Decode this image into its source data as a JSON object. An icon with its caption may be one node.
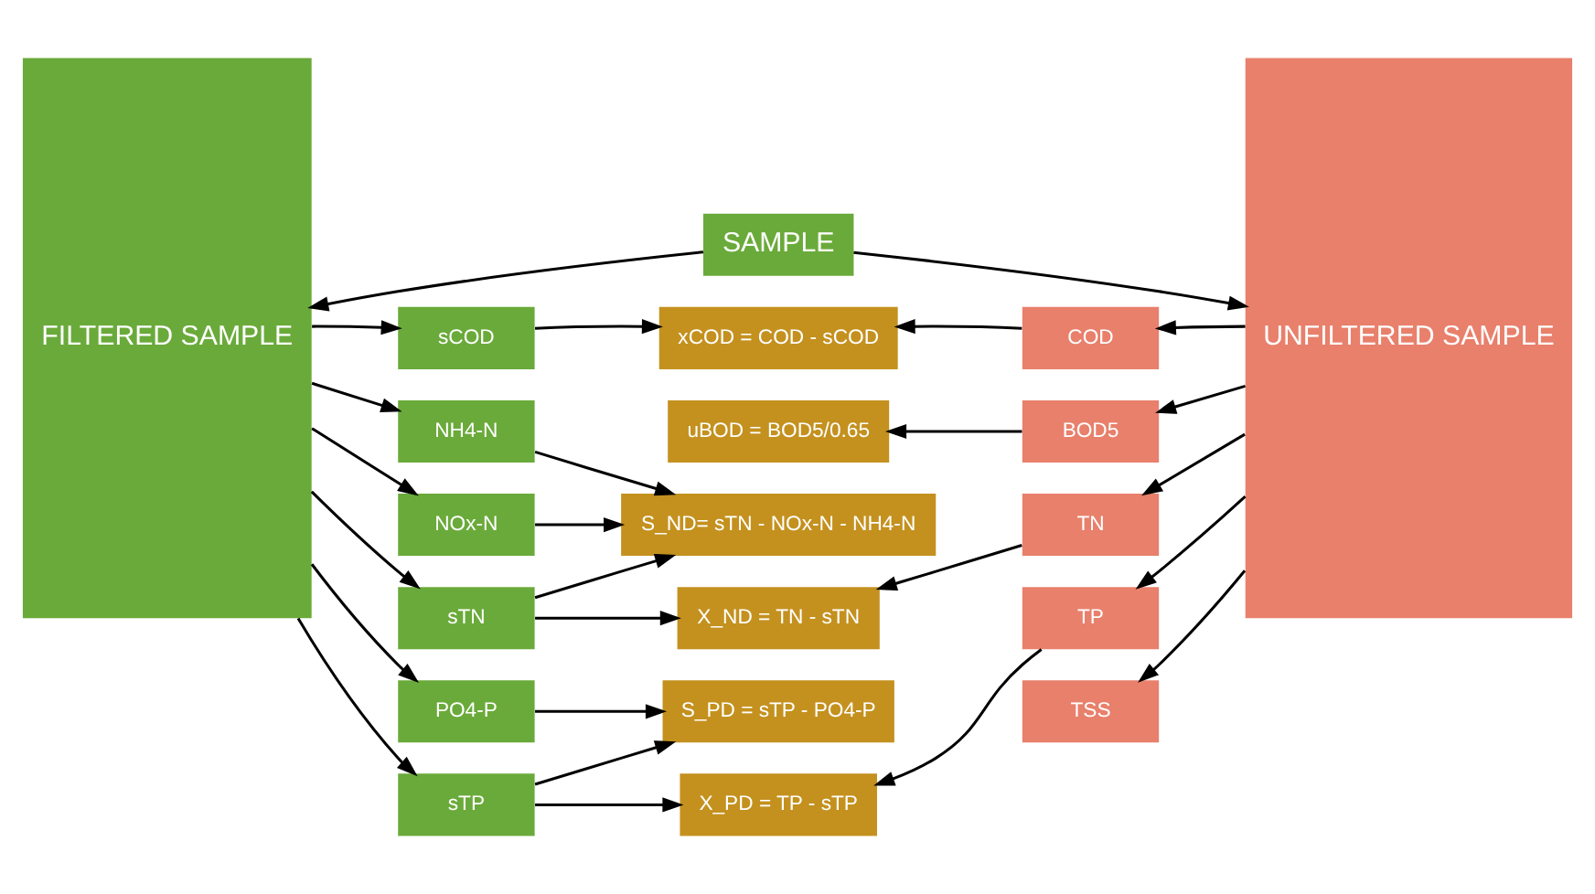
{
  "diagram": {
    "nodes": [
      {
        "text": [
          "SAMPLE"
        ]
      },
      {
        "text": [
          "FILTERED SAMPLE"
        ]
      },
      {
        "text": [
          "UNFILTERED SAMPLE"
        ]
      },
      {
        "text": [
          "sCOD"
        ]
      },
      {
        "text": [
          "NH4-N"
        ]
      },
      {
        "text": [
          "NOx-N"
        ]
      },
      {
        "text": [
          "sTN"
        ]
      },
      {
        "text": [
          "PO4-P"
        ]
      },
      {
        "text": [
          "sTP"
        ]
      },
      {
        "text": [
          "xCOD = COD - sCOD"
        ]
      },
      {
        "text": [
          "uBOD = BOD5/0.65"
        ]
      },
      {
        "text": [
          "S_ND= sTN - NOx-N - NH4-N"
        ]
      },
      {
        "text": [
          "X_ND = TN - sTN"
        ]
      },
      {
        "text": [
          "S_PD = sTP - PO4-P"
        ]
      },
      {
        "text": [
          "X_PD = TP - sTP"
        ]
      },
      {
        "text": [
          "COD"
        ]
      },
      {
        "text": [
          "BOD5"
        ]
      },
      {
        "text": [
          "TN"
        ]
      },
      {
        "text": [
          "TP"
        ]
      },
      {
        "text": [
          "TSS"
        ]
      }
    ],
    "edges": [
      {
        "from": 0,
        "to": 1,
        "arrow": "to"
      },
      {
        "from": 0,
        "to": 2,
        "arrow": "to"
      },
      {
        "from": 1,
        "to": 3,
        "arrow": "to"
      },
      {
        "from": 1,
        "to": 4,
        "arrow": "to"
      },
      {
        "from": 1,
        "to": 5,
        "arrow": "to"
      },
      {
        "from": 1,
        "to": 6,
        "arrow": "to"
      },
      {
        "from": 1,
        "to": 7,
        "arrow": "to"
      },
      {
        "from": 1,
        "to": 8,
        "arrow": "to"
      },
      {
        "from": 3,
        "to": 9,
        "arrow": "to"
      },
      {
        "from": 4,
        "to": 11,
        "arrow": "to"
      },
      {
        "from": 5,
        "to": 11,
        "arrow": "to"
      },
      {
        "from": 6,
        "to": 11,
        "arrow": "to"
      },
      {
        "from": 6,
        "to": 12,
        "arrow": "to"
      },
      {
        "from": 7,
        "to": 13,
        "arrow": "to"
      },
      {
        "from": 8,
        "to": 13,
        "arrow": "to"
      },
      {
        "from": 8,
        "to": 14,
        "arrow": "to"
      },
      {
        "from": 15,
        "to": 9,
        "arrow": "to"
      },
      {
        "from": 16,
        "to": 10,
        "arrow": "to"
      },
      {
        "from": 17,
        "to": 12,
        "arrow": "to"
      },
      {
        "from": 18,
        "to": 14,
        "arrow": "to"
      },
      {
        "from": 2,
        "to": 15,
        "arrow": "to"
      },
      {
        "from": 2,
        "to": 16,
        "arrow": "to"
      },
      {
        "from": 2,
        "to": 17,
        "arrow": "to"
      },
      {
        "from": 2,
        "to": 18,
        "arrow": "to"
      },
      {
        "from": 2,
        "to": 19,
        "arrow": "to"
      }
    ]
  }
}
